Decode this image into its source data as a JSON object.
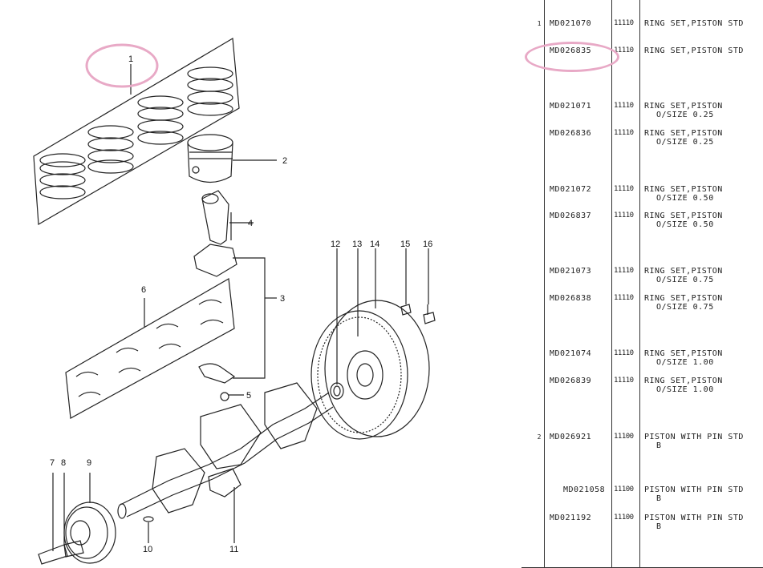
{
  "diagram": {
    "callouts": [
      {
        "id": "1",
        "text": "1"
      },
      {
        "id": "2",
        "text": "2"
      },
      {
        "id": "3",
        "text": "3"
      },
      {
        "id": "4",
        "text": "4"
      },
      {
        "id": "5",
        "text": "5"
      },
      {
        "id": "6",
        "text": "6"
      },
      {
        "id": "7",
        "text": "7"
      },
      {
        "id": "8",
        "text": "8"
      },
      {
        "id": "9",
        "text": "9"
      },
      {
        "id": "10",
        "text": "10"
      },
      {
        "id": "11",
        "text": "11"
      },
      {
        "id": "12",
        "text": "12"
      },
      {
        "id": "13",
        "text": "13"
      },
      {
        "id": "14",
        "text": "14"
      },
      {
        "id": "15",
        "text": "15"
      },
      {
        "id": "16",
        "text": "16"
      }
    ],
    "highlight_color": "#e8a9c6"
  },
  "parts": [
    {
      "ref": "1",
      "part_no": "MD021070",
      "code": "11110",
      "desc": "RING SET,PISTON STD",
      "desc2": ""
    },
    {
      "ref": "",
      "part_no": "MD026835",
      "code": "11110",
      "desc": "RING SET,PISTON STD",
      "desc2": ""
    },
    {
      "ref": "",
      "part_no": "MD021071",
      "code": "11110",
      "desc": "RING SET,PISTON",
      "desc2": "O/SIZE 0.25"
    },
    {
      "ref": "",
      "part_no": "MD026836",
      "code": "11110",
      "desc": "RING SET,PISTON",
      "desc2": "O/SIZE 0.25"
    },
    {
      "ref": "",
      "part_no": "MD021072",
      "code": "11110",
      "desc": "RING SET,PISTON",
      "desc2": "O/SIZE 0.50"
    },
    {
      "ref": "",
      "part_no": "MD026837",
      "code": "11110",
      "desc": "RING SET,PISTON",
      "desc2": "O/SIZE 0.50"
    },
    {
      "ref": "",
      "part_no": "MD021073",
      "code": "11110",
      "desc": "RING SET,PISTON",
      "desc2": "O/SIZE 0.75"
    },
    {
      "ref": "",
      "part_no": "MD026838",
      "code": "11110",
      "desc": "RING SET,PISTON",
      "desc2": "O/SIZE 0.75"
    },
    {
      "ref": "",
      "part_no": "MD021074",
      "code": "11110",
      "desc": "RING SET,PISTON",
      "desc2": "O/SIZE 1.00"
    },
    {
      "ref": "",
      "part_no": "MD026839",
      "code": "11110",
      "desc": "RING SET,PISTON",
      "desc2": "O/SIZE 1.00"
    },
    {
      "ref": "2",
      "part_no": "MD026921",
      "code": "11100",
      "desc": "PISTON WITH PIN STD",
      "desc2": "B"
    },
    {
      "ref": "",
      "part_no": "MD021058",
      "code": "11100",
      "desc": "PISTON WITH PIN STD",
      "desc2": "B"
    },
    {
      "ref": "",
      "part_no": "MD021192",
      "code": "11100",
      "desc": "PISTON WITH PIN STD",
      "desc2": "B"
    }
  ]
}
